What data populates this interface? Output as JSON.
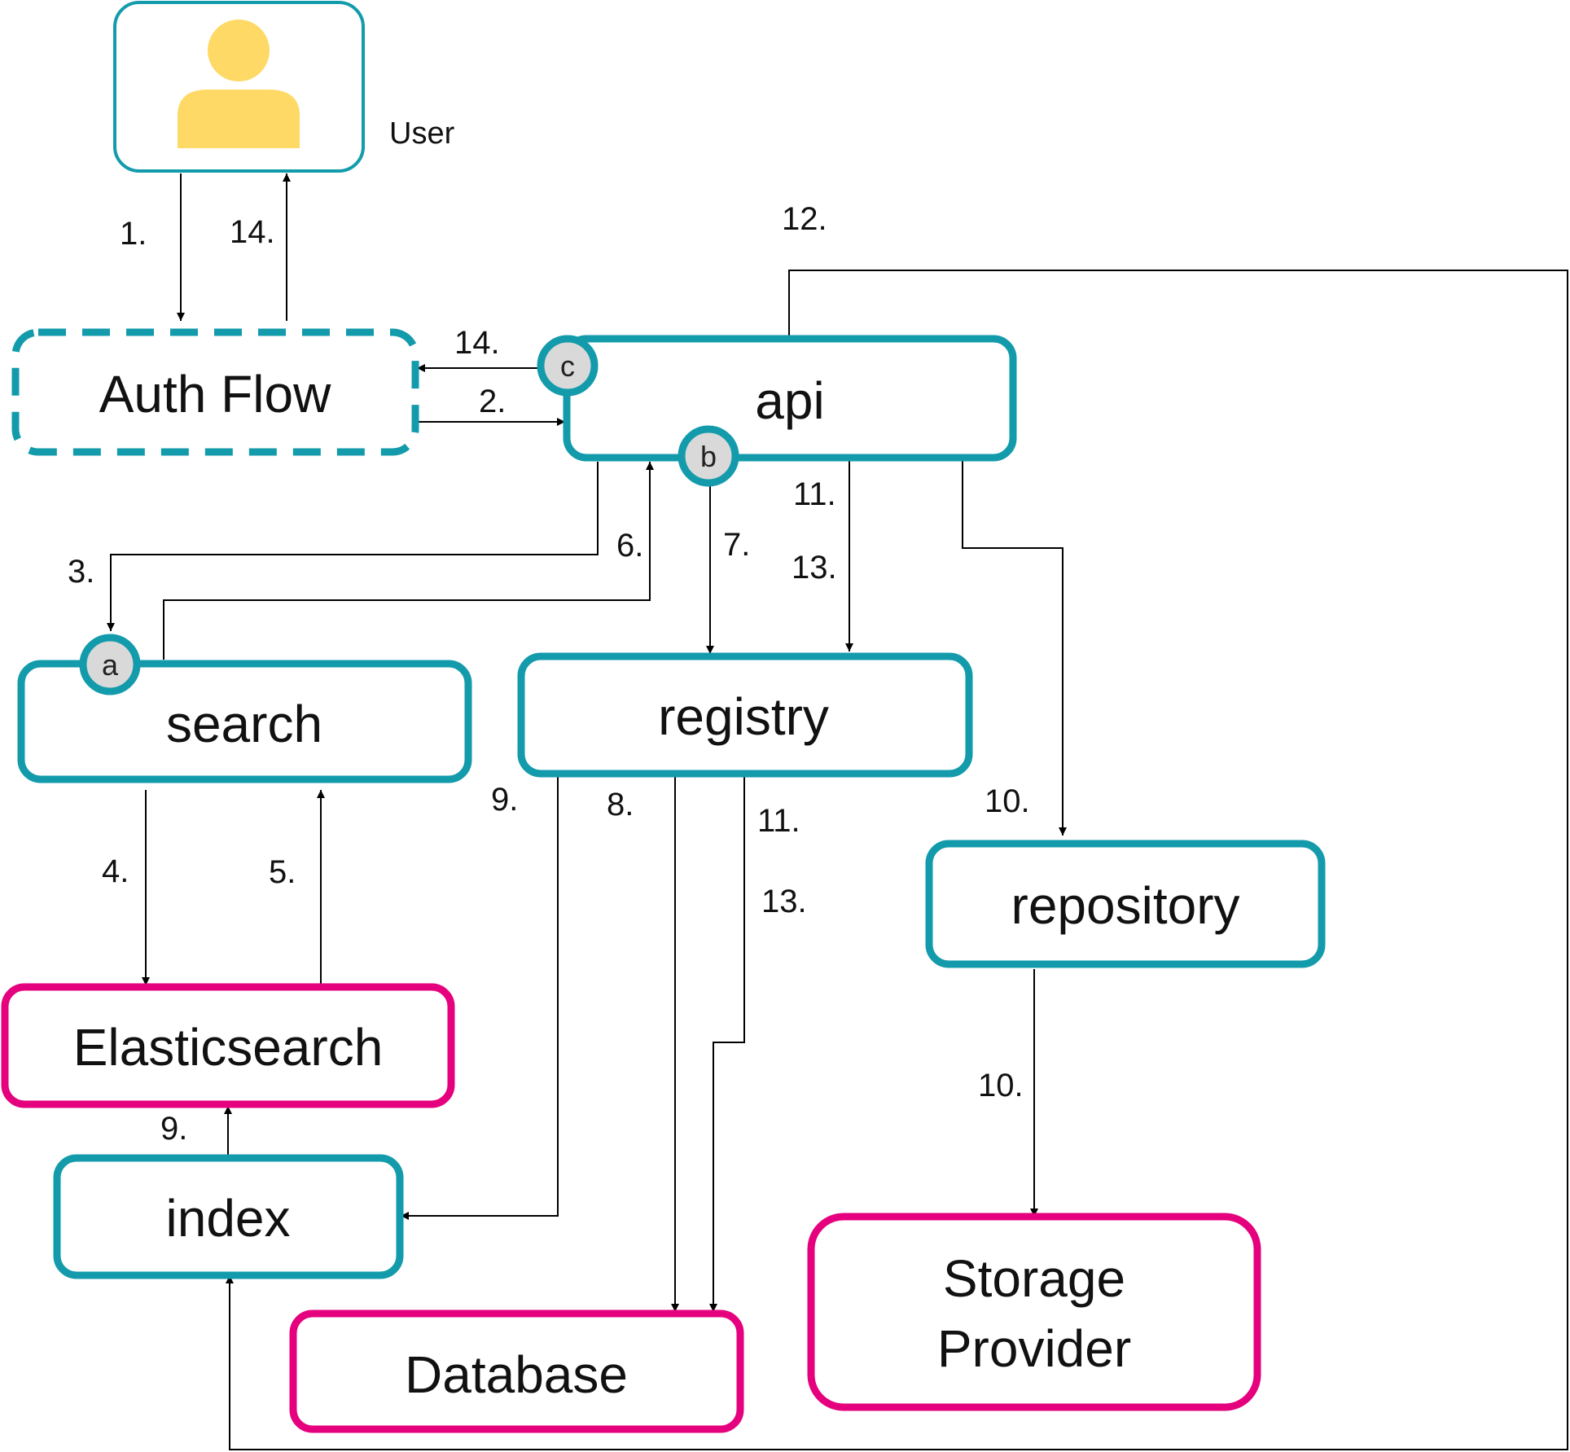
{
  "colors": {
    "teal": "#139bac",
    "magenta": "#e5007d",
    "user_icon": "#ffd966",
    "badge_fill": "#d9d9d9"
  },
  "user": {
    "label": "User",
    "icon": "person-icon"
  },
  "nodes": {
    "auth_flow": "Auth Flow",
    "api": "api",
    "search": "search",
    "registry": "registry",
    "repository": "repository",
    "elasticsearch": "Elasticsearch",
    "index": "index",
    "database": "Database",
    "storage_provider": [
      "Storage",
      "Provider"
    ]
  },
  "badges": {
    "a": "a",
    "b": "b",
    "c": "c"
  },
  "steps": {
    "s1": "1.",
    "s14_user": "14.",
    "s12": "12.",
    "s14_api": "14.",
    "s2": "2.",
    "s11_api": "11.",
    "s3": "3.",
    "s6": "6.",
    "s7": "7.",
    "s13_api": "13.",
    "s9_registry": "9.",
    "s8": "8.",
    "s11_registry": "11.",
    "s10_api": "10.",
    "s4": "4.",
    "s5": "5.",
    "s13_registry": "13.",
    "s10_repo": "10.",
    "s9_index": "9."
  }
}
